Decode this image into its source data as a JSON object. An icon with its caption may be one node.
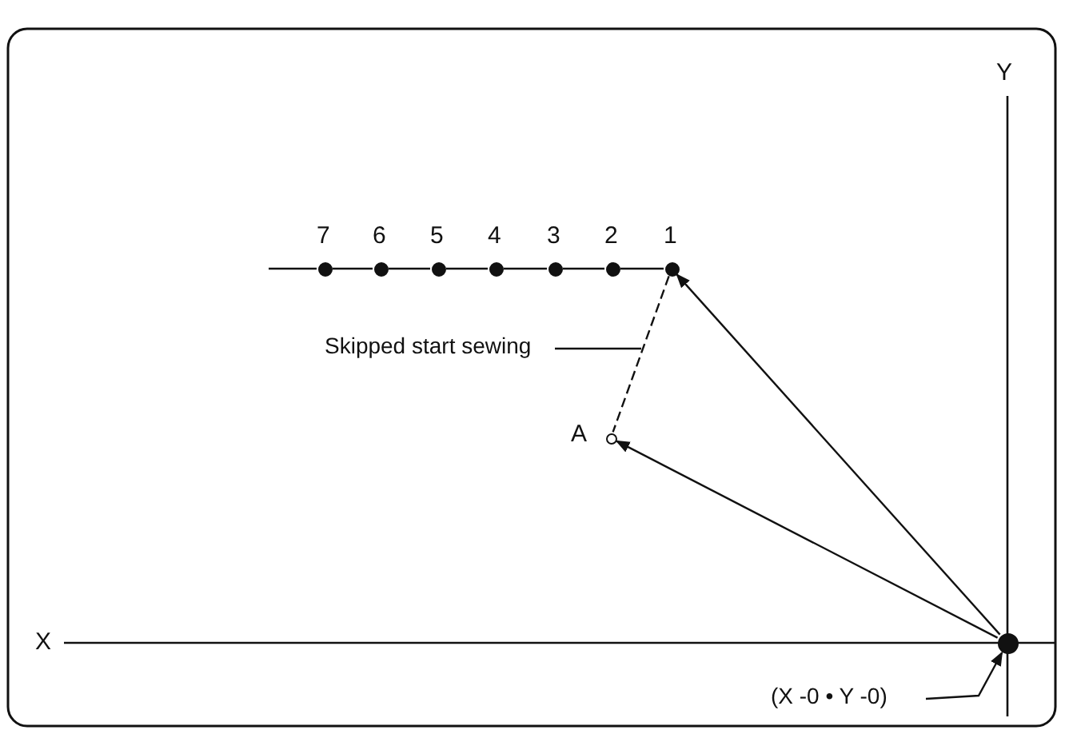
{
  "diagram": {
    "nodes": [
      {
        "text": [],
        "shape": "circle",
        "beside": [
          "7"
        ]
      },
      {
        "text": [],
        "shape": "circle",
        "beside": [
          "6"
        ]
      },
      {
        "text": [],
        "shape": "circle",
        "beside": [
          "5"
        ]
      },
      {
        "text": [],
        "shape": "circle",
        "beside": [
          "4"
        ]
      },
      {
        "text": [],
        "shape": "circle",
        "beside": [
          "3"
        ]
      },
      {
        "text": [],
        "shape": "circle",
        "beside": [
          "2"
        ]
      },
      {
        "text": [],
        "shape": "circle",
        "beside": [
          "1"
        ]
      },
      {
        "text": [
          "Skipped start sewing"
        ]
      },
      {
        "text": [],
        "shape": "circle",
        "beside": [
          "A"
        ]
      },
      {
        "text": [],
        "shape": "circle"
      },
      {
        "text": [
          "(X -0 • Y -0)"
        ]
      }
    ],
    "edges": [
      {
        "from": null,
        "to": 0,
        "arrow": "none"
      },
      {
        "from": 0,
        "to": 1,
        "arrow": "none"
      },
      {
        "from": 1,
        "to": 2,
        "arrow": "none"
      },
      {
        "from": 2,
        "to": 3,
        "arrow": "none"
      },
      {
        "from": 3,
        "to": 4,
        "arrow": "none"
      },
      {
        "from": 4,
        "to": 5,
        "arrow": "none"
      },
      {
        "from": 5,
        "to": 6,
        "arrow": "none"
      },
      {
        "from": 6,
        "to": 8,
        "arrow": "none",
        "style": "dashed"
      },
      {
        "from": 9,
        "to": 6,
        "arrow": "to"
      },
      {
        "from": 9,
        "to": 8,
        "arrow": "to"
      },
      {
        "from": 7,
        "to": null,
        "arrow": "none"
      },
      {
        "from": 10,
        "to": 9,
        "arrow": "to"
      }
    ],
    "labels": [
      "Y",
      "X"
    ]
  }
}
